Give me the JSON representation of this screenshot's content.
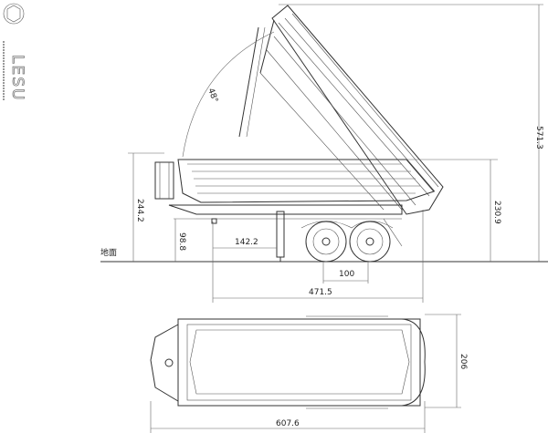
{
  "logo": {
    "brand": "LESU"
  },
  "dimensions": {
    "tip_angle": "48°",
    "max_height_tipped": "571.3",
    "front_height": "244.2",
    "rear_height": "230.9",
    "kingpin_height": "98.8",
    "landing_gear_distance": "142.2",
    "axle_spacing": "100",
    "kingpin_to_rear": "471.5",
    "width": "206",
    "overall_length": "607.6"
  },
  "ground_label": "地面"
}
